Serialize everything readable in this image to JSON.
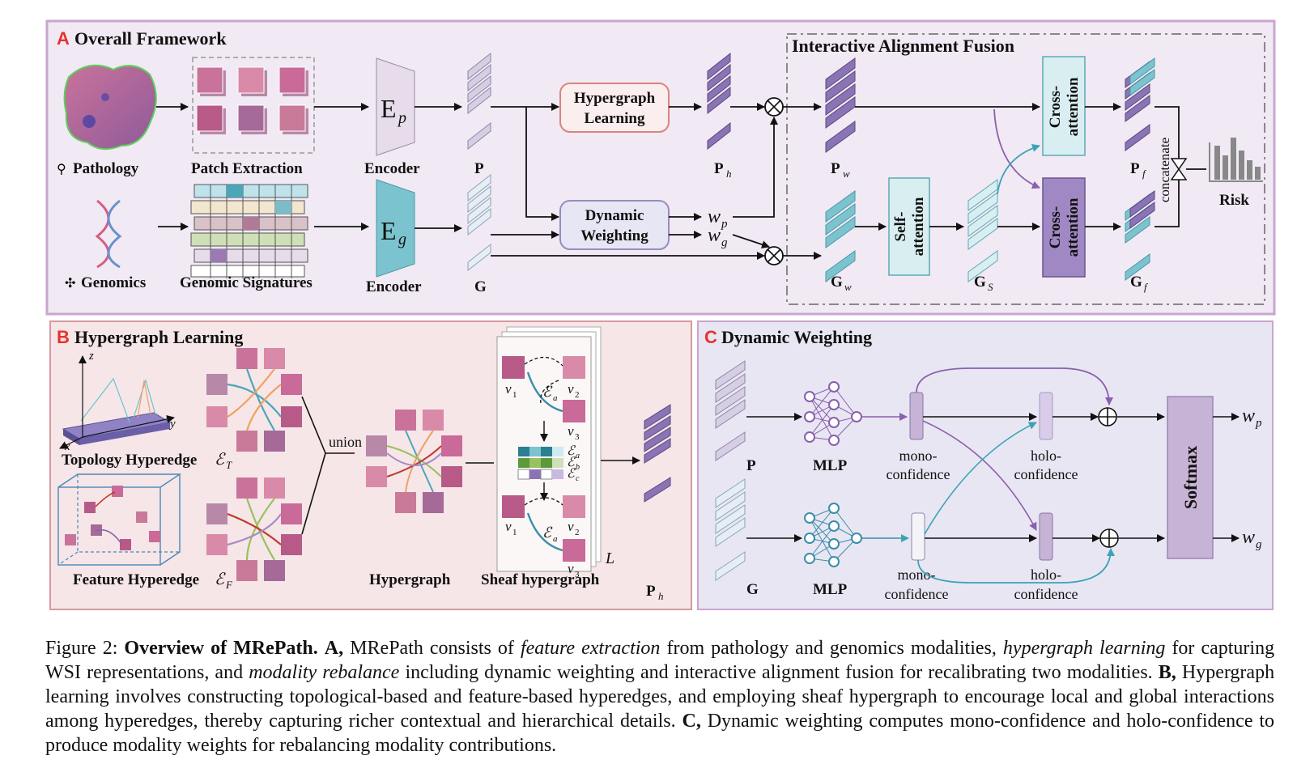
{
  "panel_a": {
    "letter": "A",
    "title": "Overall Framework",
    "pathology_label": "Pathology",
    "patch_label": "Patch Extraction",
    "encoder_label_top": "Encoder",
    "encoder_symbol_top": "E",
    "encoder_sub_top": "p",
    "p_label": "P",
    "hypergraph_box": [
      "Hypergraph",
      "Learning"
    ],
    "ph_label": "P",
    "ph_sub": "h",
    "iaf_title": "Interactive Alignment Fusion",
    "pw_label": "P",
    "pw_sub": "w",
    "cross_attention_label": [
      "Cross-",
      "attention"
    ],
    "pf_label": "P",
    "pf_sub": "f",
    "concatenate_label": "concatenate",
    "risk_label": "Risk",
    "genomics_label": "Genomics",
    "signatures_label": "Genomic Signatures",
    "encoder_label_bottom": "Encoder",
    "encoder_symbol_bottom": "E",
    "encoder_sub_bottom": "g",
    "g_label": "G",
    "dynamic_box": [
      "Dynamic",
      "Weighting"
    ],
    "wp_label": "w",
    "wp_sub": "p",
    "wg_label": "w",
    "wg_sub": "g",
    "gw_label": "G",
    "gw_sub": "w",
    "self_attention_label": [
      "Self-",
      "attention"
    ],
    "gs_label": "G",
    "gs_sub": "S",
    "gf_label": "G",
    "gf_sub": "f"
  },
  "panel_b": {
    "letter": "B",
    "title": "Hypergraph Learning",
    "axis_z": "z",
    "axis_x": "x",
    "axis_y": "y",
    "topology_label": "Topology Hyperedge",
    "topology_sym": "ℰ",
    "topology_sub": "T",
    "feature_label": "Feature Hyperedge",
    "feature_sym": "ℰ",
    "feature_sub": "F",
    "union_label": "union",
    "hypergraph_label": "Hypergraph",
    "sheaf_label": "Sheaf hypergraph",
    "v1": "v",
    "v1_sub": "1",
    "v2": "v",
    "v2_sub": "2",
    "v3": "v",
    "v3_sub": "3",
    "ea": "ℰ",
    "ea_sub": "a",
    "eb_sub": "b",
    "ec_sub": "c",
    "l_label": "L",
    "ph_label": "P",
    "ph_sub": "h"
  },
  "panel_c": {
    "letter": "C",
    "title": "Dynamic Weighting",
    "p_label": "P",
    "g_label": "G",
    "mlp_label": "MLP",
    "mono_label": [
      "mono-",
      "confidence"
    ],
    "holo_label": [
      "holo-",
      "confidence"
    ],
    "softmax_label": "Softmax",
    "wp_label": "w",
    "wp_sub": "p",
    "wg_label": "w",
    "wg_sub": "g"
  },
  "colors": {
    "frame": "#c9a6cf",
    "panel_a_bg": "#f1e9f3",
    "panel_b_bg": "#f6e6e8",
    "panel_c_bg": "#e8e6f2",
    "purple": "#7b5ea7",
    "teal": "#6cc3cf",
    "letter_red": "#e8312f"
  },
  "caption": {
    "figure_no": "Figure 2:",
    "bold_title": "Overview of MRePath.",
    "a_label": "A,",
    "a_text_1": "MRePath consists of",
    "a_italic_1": "feature extraction",
    "a_text_2": "from pathology and genomics modalities,",
    "a_italic_2": "hypergraph learning",
    "a_text_3": "for capturing WSI representations, and",
    "a_italic_3": "modality rebalance",
    "a_text_4": "including dynamic weighting and interactive alignment fusion for recalibrating two modalities.",
    "b_label": "B,",
    "b_text": "Hypergraph learning involves constructing topological-based and feature-based hyperedges, and employing sheaf hypergraph to encourage local and global interactions among hyperedges, thereby capturing richer contextual and hierarchical details.",
    "c_label": "C,",
    "c_text": "Dynamic weighting computes mono-confidence and holo-confidence to produce modality weights for rebalancing modality contributions."
  }
}
